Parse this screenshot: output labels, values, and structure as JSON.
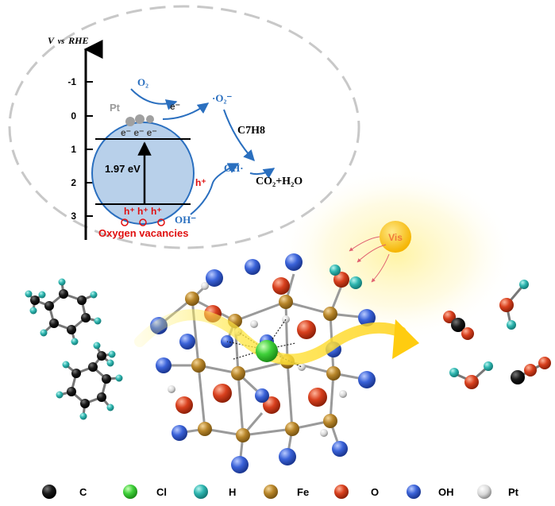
{
  "energy_diagram": {
    "axis_label_v": "V",
    "axis_label_vs": "vs",
    "axis_label_rhe": "RHE",
    "ticks": [
      "-1",
      "0",
      "1",
      "2",
      "3"
    ],
    "cocatalyst": "Pt",
    "electron": "e⁻",
    "band_electrons": "e⁻ e⁻ e⁻",
    "band_gap": "1.97 eV",
    "band_holes": "h⁺ h⁺ h⁺",
    "vacancy_label": "Oxygen vacancies",
    "hole_label": "h⁺",
    "oxygen": "O₂",
    "superoxide": "·O₂⁻",
    "hydroxyl_radical": "OH·",
    "hydroxide": "OH⁻",
    "toluene": "C7H8",
    "products": "CO₂+H₂O"
  },
  "light": {
    "label": "Vis"
  },
  "legend": [
    {
      "label": "C",
      "color": "#111111"
    },
    {
      "label": "Cl",
      "color": "#3fd03a"
    },
    {
      "label": "H",
      "color": "#2fb6b0"
    },
    {
      "label": "Fe",
      "color": "#b8862a"
    },
    {
      "label": "O",
      "color": "#d8401e"
    },
    {
      "label": "OH",
      "color": "#3a62d8"
    },
    {
      "label": "Pt",
      "color": "#cfcfcf"
    }
  ],
  "colors": {
    "band_fill": "#b8d0ea",
    "arrow_blue": "#2a6fbf",
    "text_red": "#e01010",
    "dash": "#c8c8c8"
  }
}
